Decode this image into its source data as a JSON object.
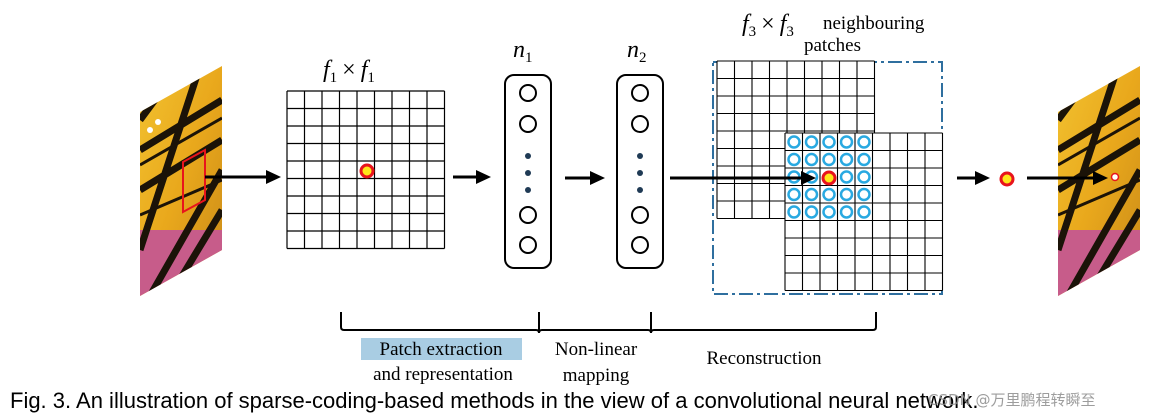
{
  "figure": {
    "labels": {
      "f1_base": "f",
      "f1_sub": "1",
      "times": "×",
      "n1_base": "n",
      "n1_sub": "1",
      "n2_base": "n",
      "n2_sub": "2",
      "f3_base": "f",
      "f3_sub": "3",
      "neighbouring": "neighbouring",
      "patches": "patches"
    },
    "stages": {
      "patch_line1": "Patch extraction",
      "patch_line2": "and representation",
      "nonlinear_line1": "Non-linear",
      "nonlinear_line2": "mapping",
      "reconstruction": "Reconstruction"
    },
    "caption": "Fig. 3.  An illustration of sparse-coding-based methods in the view of a convolutional neural network.",
    "watermark": "CSDN @万里鹏程转瞬至"
  },
  "colors": {
    "line": "#000000",
    "patch_highlight": "#a9cde3",
    "dashed_box": "#2f6f9f",
    "cyan_circle": "#29a9e1",
    "red": "#e8141c",
    "yellow": "#ffe61a"
  }
}
